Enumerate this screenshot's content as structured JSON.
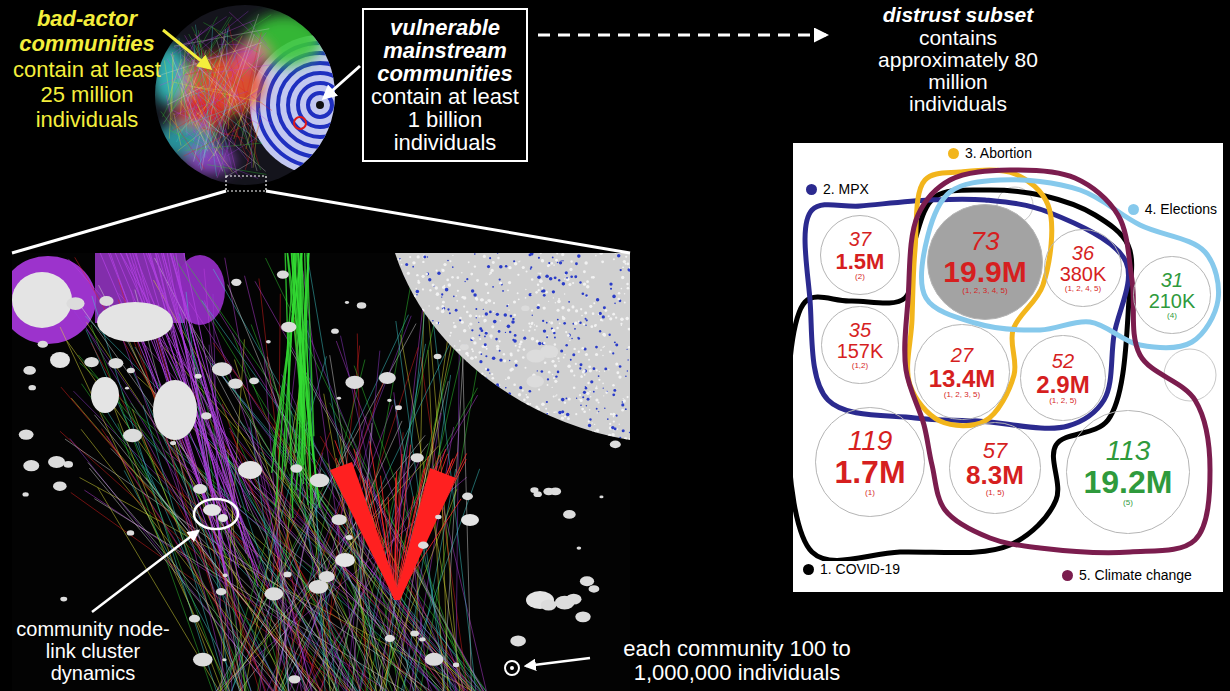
{
  "diagram": {
    "nodes": [
      {
        "text": [
          "vulnerable mainstream communities",
          "contain at least 1 billion individuals"
        ]
      },
      {
        "text": [
          "37",
          "1.5M",
          "(2)"
        ]
      },
      {
        "text": [
          "73",
          "19.9M",
          "(1, 2, 3, 4, 5)"
        ]
      },
      {
        "text": [
          "36",
          "380K",
          "(1, 2, 4, 5)"
        ]
      },
      {
        "text": [
          "31",
          "210K",
          "(4)"
        ]
      },
      {
        "text": [
          "35",
          "157K",
          "(1,2)"
        ]
      },
      {
        "text": [
          "27",
          "13.4M",
          "(1, 2, 3, 5)"
        ]
      },
      {
        "text": [
          "52",
          "2.9M",
          "(1, 2, 5)"
        ]
      },
      {
        "text": [
          "119",
          "1.7M",
          "(1)"
        ]
      },
      {
        "text": [
          "57",
          "8.3M",
          "(1, 5)"
        ]
      },
      {
        "text": [
          "113",
          "19.2M",
          "(5)"
        ]
      }
    ],
    "labels": [
      "bad-actor communities",
      "contain at least 25 million individuals",
      "distrust subset",
      "contains approximately 80 million individuals",
      "community node-link cluster dynamics",
      "each community 100 to 1,000,000 individuals"
    ],
    "legend": [
      {
        "text": "1. COVID-19",
        "color": "#000000"
      },
      {
        "text": "2. MPX",
        "color": "#2b2a8f"
      },
      {
        "text": "3. Abortion",
        "color": "#f2b51c"
      },
      {
        "text": "4. Elections",
        "color": "#86c9ec"
      },
      {
        "text": "5. Climate change",
        "color": "#7b1d4e"
      }
    ]
  }
}
